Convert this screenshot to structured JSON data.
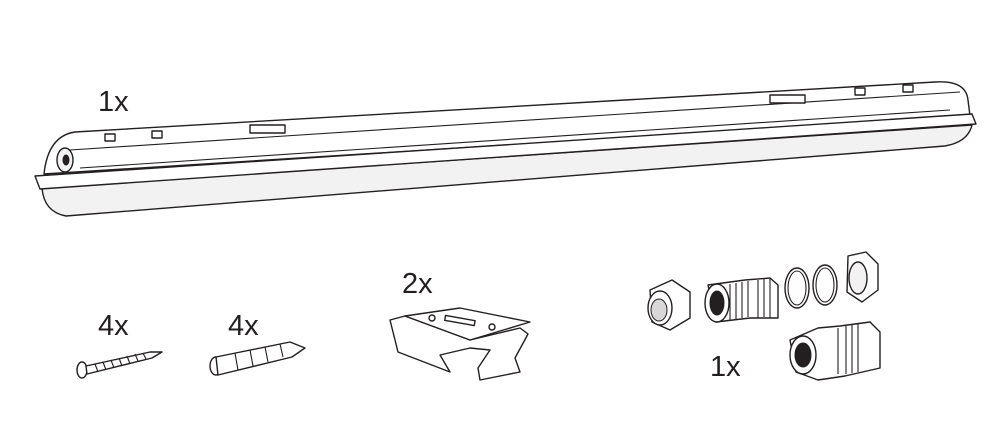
{
  "parts": [
    {
      "name": "luminaire",
      "quantity": "1x"
    },
    {
      "name": "screw",
      "quantity": "4x"
    },
    {
      "name": "wall-plug",
      "quantity": "4x"
    },
    {
      "name": "mounting-bracket",
      "quantity": "2x"
    },
    {
      "name": "cable-gland-set",
      "quantity": "1x"
    }
  ]
}
